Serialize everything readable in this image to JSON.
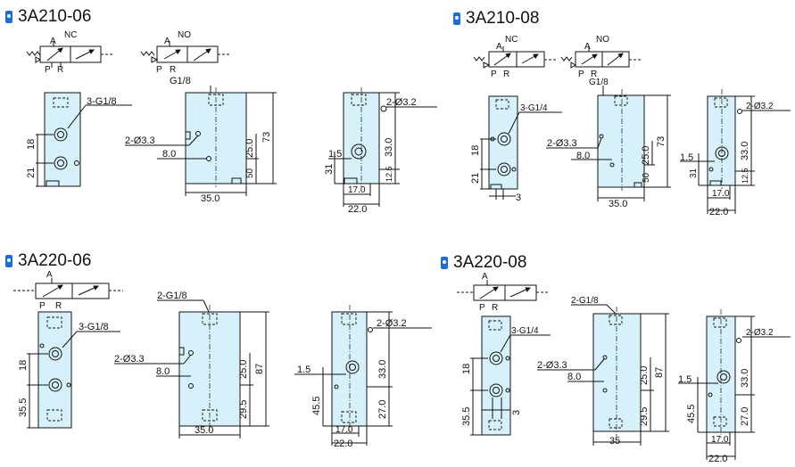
{
  "panels": [
    {
      "title": "3A210-06",
      "symbol": {
        "nc": "NC",
        "no": "NO",
        "a": "A",
        "p": "P",
        "r": "R"
      },
      "front": {
        "port": "3-G1/8",
        "d1": "18",
        "d2": "21"
      },
      "side": {
        "port": "G1/8",
        "holes": "2-Ø3.3",
        "off": "8.0",
        "h1": "25.0",
        "h2": "50",
        "total": "73",
        "width": "35.0"
      },
      "rear": {
        "holes": "2-Ø3.2",
        "d1": "1.5",
        "d2": "31",
        "h1": "33.0",
        "h2": "12.5",
        "w1": "17.0",
        "w2": "22.0"
      }
    },
    {
      "title": "3A210-08",
      "symbol": {
        "nc": "NC",
        "no": "NO",
        "a": "A",
        "p": "P",
        "r": "R"
      },
      "front": {
        "port": "3-G1/4",
        "d1": "18",
        "d2": "21",
        "w": "3"
      },
      "side": {
        "port": "G1/8",
        "holes": "2-Ø3.3",
        "off": "8.0",
        "h1": "25.0",
        "h2": "50",
        "total": "73",
        "width": "35.0"
      },
      "rear": {
        "holes": "2-Ø3.2",
        "d1": "1.5",
        "d2": "31",
        "h1": "33.0",
        "h2": "12.5",
        "w1": "17.0",
        "w2": "22.0"
      }
    },
    {
      "title": "3A220-06",
      "symbol": {
        "a": "A",
        "p": "P",
        "r": "R"
      },
      "front": {
        "port": "3-G1/8",
        "d1": "18",
        "d2": "35.5"
      },
      "side": {
        "port": "2-G1/8",
        "holes": "2-Ø3.3",
        "off": "8.0",
        "h1": "25.0",
        "h2": "29.5",
        "total": "87",
        "width": "35.0"
      },
      "rear": {
        "holes": "2-Ø3.2",
        "d1": "1.5",
        "d2": "45.5",
        "h1": "33.0",
        "h2": "27.0",
        "w1": "17.0",
        "w2": "22.0"
      }
    },
    {
      "title": "3A220-08",
      "symbol": {
        "a": "A",
        "p": "P",
        "r": "R"
      },
      "front": {
        "port": "3-G1/4",
        "d1": "18",
        "d2": "35.5",
        "w": "3"
      },
      "side": {
        "port": "2-G1/8",
        "holes": "2-Ø3.3",
        "off": "8.0",
        "h1": "25.0",
        "h2": "29.5",
        "total": "87",
        "width": "35"
      },
      "rear": {
        "holes": "2-Ø3.2",
        "d1": "1.5",
        "d2": "45.5",
        "h1": "33.0",
        "h2": "27.0",
        "w1": "17.0",
        "w2": "22.0"
      }
    }
  ]
}
